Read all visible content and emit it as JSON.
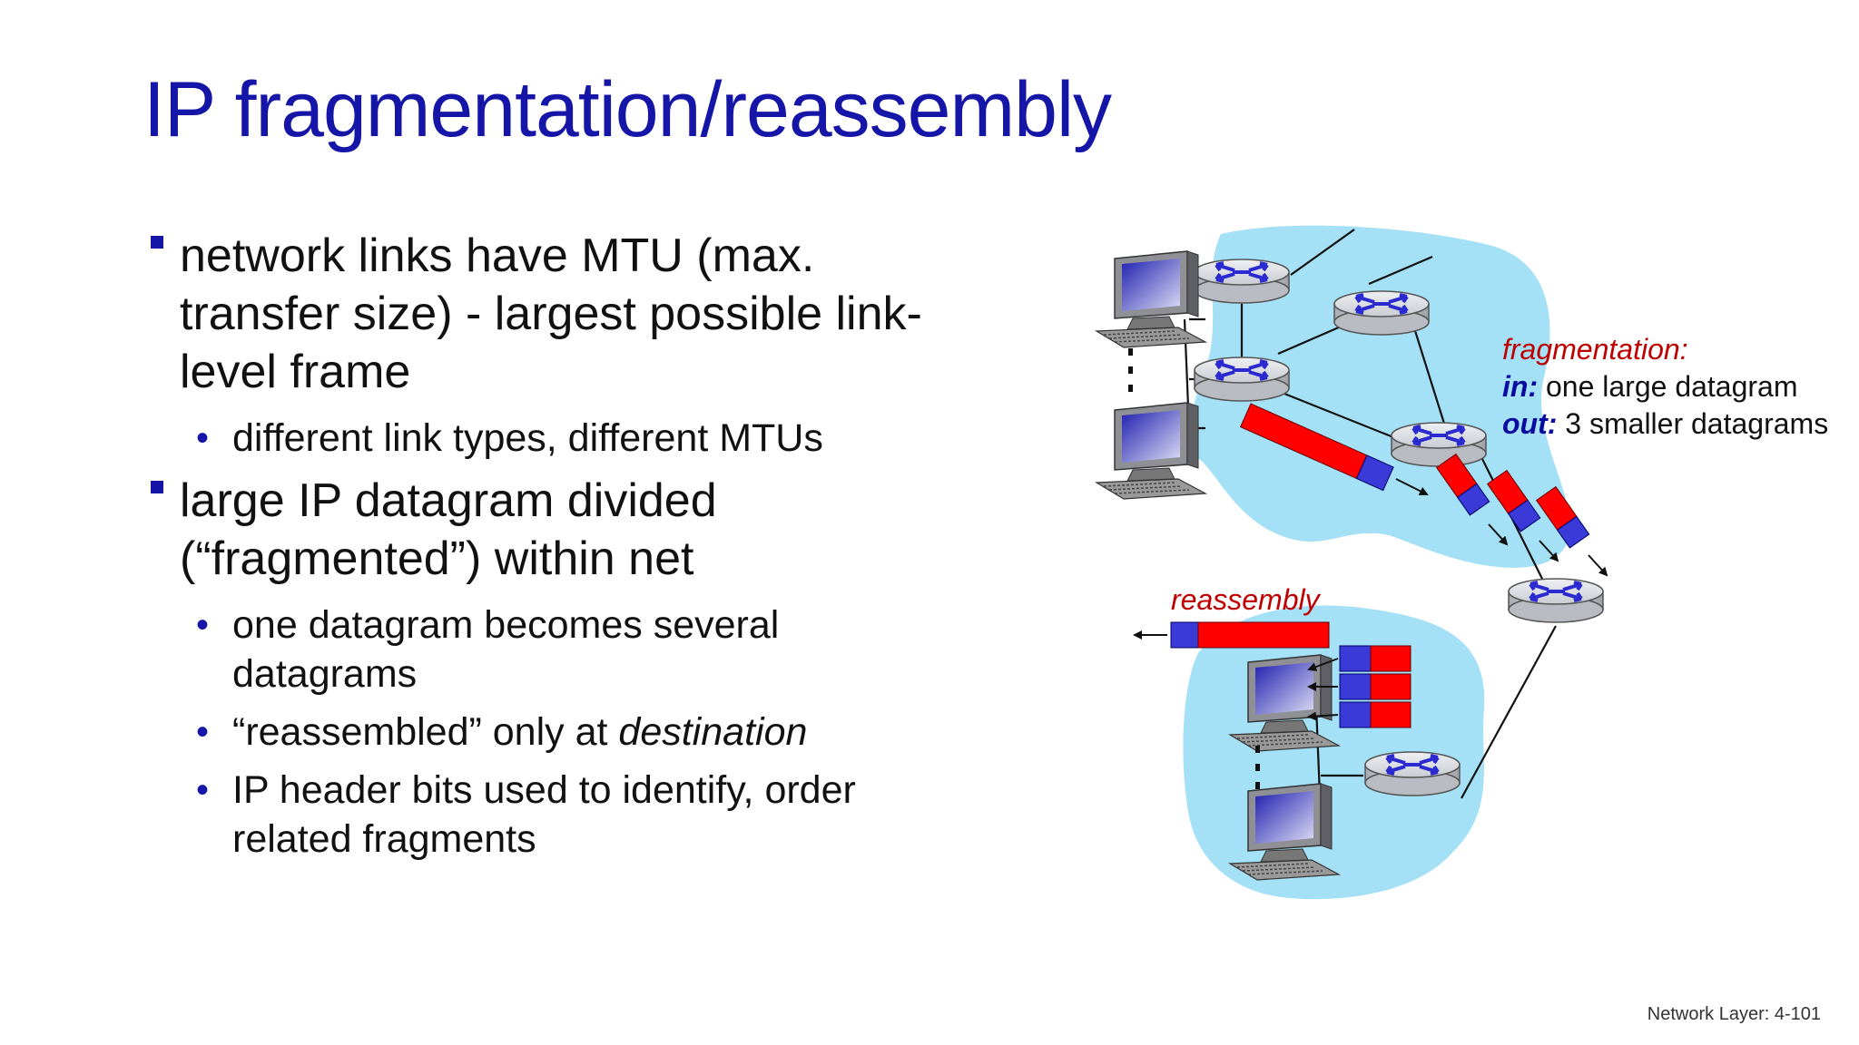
{
  "slide": {
    "title": "IP fragmentation/reassembly",
    "footer": "Network Layer: 4-101"
  },
  "bullets": [
    {
      "text": "network links have MTU (max. transfer size) - largest possible link-level frame",
      "sub": [
        {
          "text": "different link types, different MTUs"
        }
      ]
    },
    {
      "text": "large IP datagram divided (“fragmented”) within net",
      "sub": [
        {
          "text": "one datagram becomes several datagrams"
        },
        {
          "text_before": "“reassembled” only at ",
          "text_italic": "destination"
        },
        {
          "text": "IP header bits used to identify, order related fragments"
        }
      ]
    }
  ],
  "diagram": {
    "fragmentation_label": "fragmentation:",
    "in_label": "in:",
    "in_text": " one large datagram",
    "out_label": "out:",
    "out_text": " 3 smaller datagrams",
    "reassembly_label": "reassembly",
    "colors": {
      "cloud": "#a4e0f6",
      "fragment_red": "#ff0000",
      "fragment_blue": "#3a3ad8",
      "caption_red": "#c00000",
      "caption_blue": "#0a0aa0"
    }
  }
}
